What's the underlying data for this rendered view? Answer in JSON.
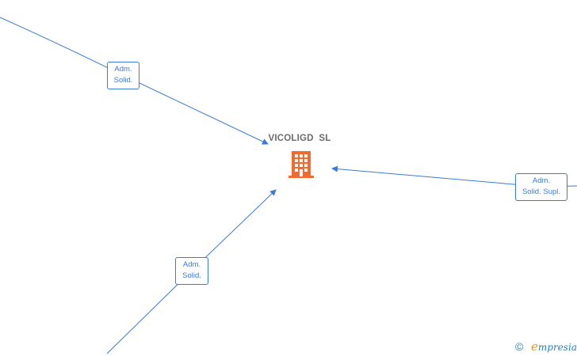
{
  "company": {
    "name": "VICOLIGD  SL",
    "icon": "building-icon",
    "icon_color": "#f26a2e"
  },
  "relations": [
    {
      "label_line1": "Adm.",
      "label_line2": "Solid."
    },
    {
      "label_line1": "Adm.",
      "label_line2": "Solid. Supl."
    },
    {
      "label_line1": "Adm.",
      "label_line2": "Solid."
    }
  ],
  "colors": {
    "edge": "#3a7bd5",
    "brand_blue": "#2a7fb8",
    "brand_orange": "#f29400"
  },
  "footer": {
    "copyright_symbol": "©",
    "brand_initial": "e",
    "brand_rest": "mpresia"
  }
}
